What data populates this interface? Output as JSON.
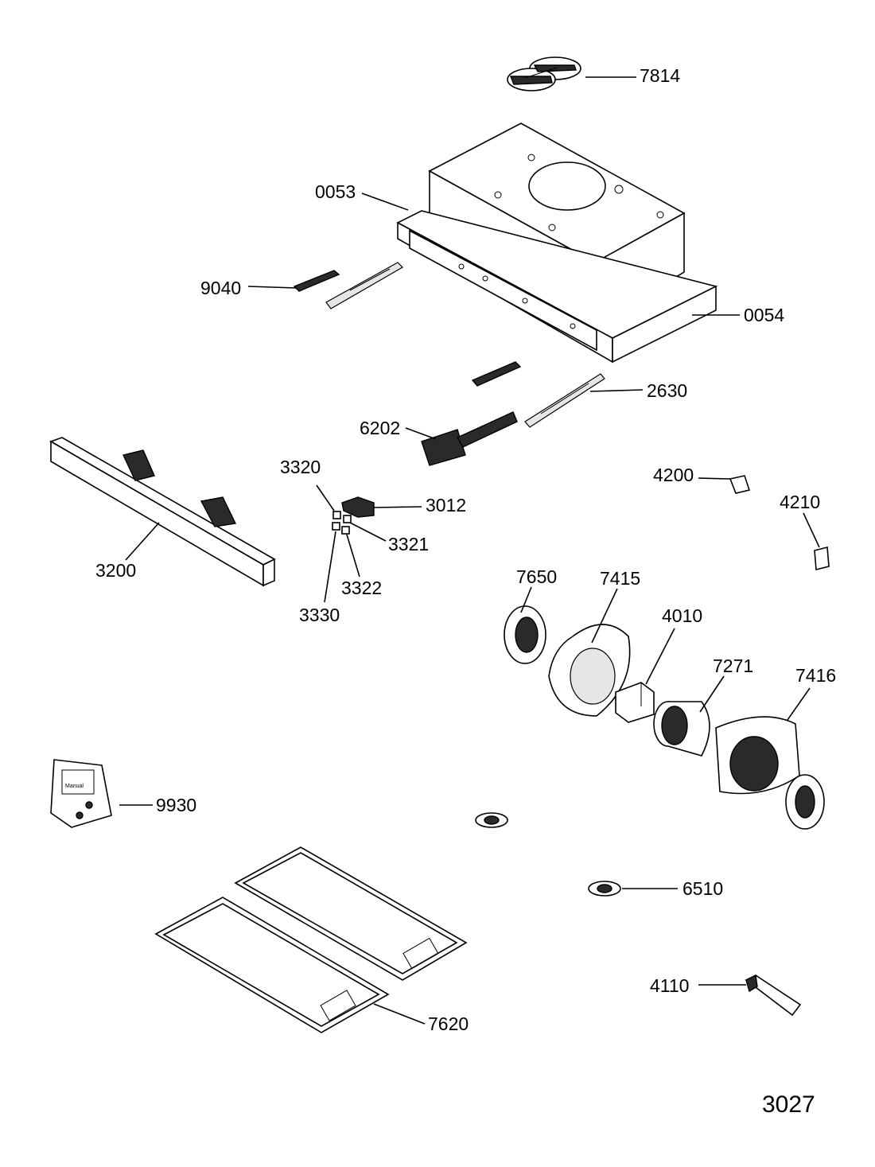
{
  "sheet_number": "3027",
  "parts": {
    "p7814": "7814",
    "p0053": "0053",
    "p9040": "9040",
    "p0054": "0054",
    "p2630": "2630",
    "p6202": "6202",
    "p3320": "3320",
    "p3012": "3012",
    "p4200": "4200",
    "p4210": "4210",
    "p3321": "3321",
    "p3200": "3200",
    "p3322": "3322",
    "p3330": "3330",
    "p7650": "7650",
    "p7415": "7415",
    "p4010": "4010",
    "p7271": "7271",
    "p7416": "7416",
    "p9930": "9930",
    "p6510": "6510",
    "p4110": "4110",
    "p7620": "7620"
  },
  "manual_bag_text": "Manual"
}
